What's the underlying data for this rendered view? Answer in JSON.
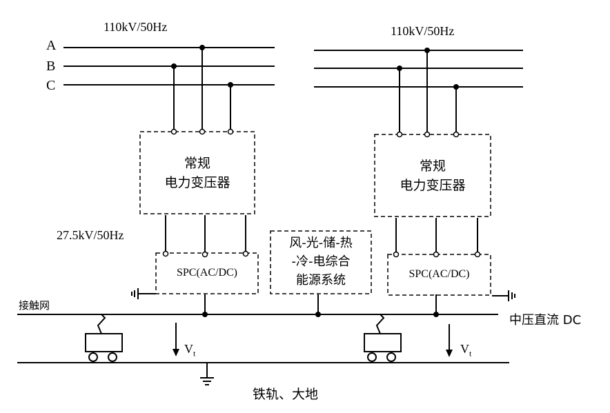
{
  "supply": {
    "left_voltage": "110kV/50Hz",
    "right_voltage": "110kV/50Hz",
    "phase_a": "A",
    "phase_b": "B",
    "phase_c": "C"
  },
  "transformers": {
    "left_line1": "常规",
    "left_line2": "电力变压器",
    "right_line1": "常规",
    "right_line2": "电力变压器",
    "secondary_voltage": "27.5kV/50Hz"
  },
  "converters": {
    "left": "SPC(AC/DC)",
    "right": "SPC(AC/DC)"
  },
  "energy_system": {
    "line1": "风-光-储-热",
    "line2": "-冷-电综合",
    "line3": "能源系统"
  },
  "catenary": {
    "label": "接触网",
    "dc_label": "中压直流 DC"
  },
  "rail": {
    "label": "铁轨、大地",
    "voltage_left": "V",
    "voltage_left_sub": "t",
    "voltage_right": "V",
    "voltage_right_sub": "t"
  }
}
